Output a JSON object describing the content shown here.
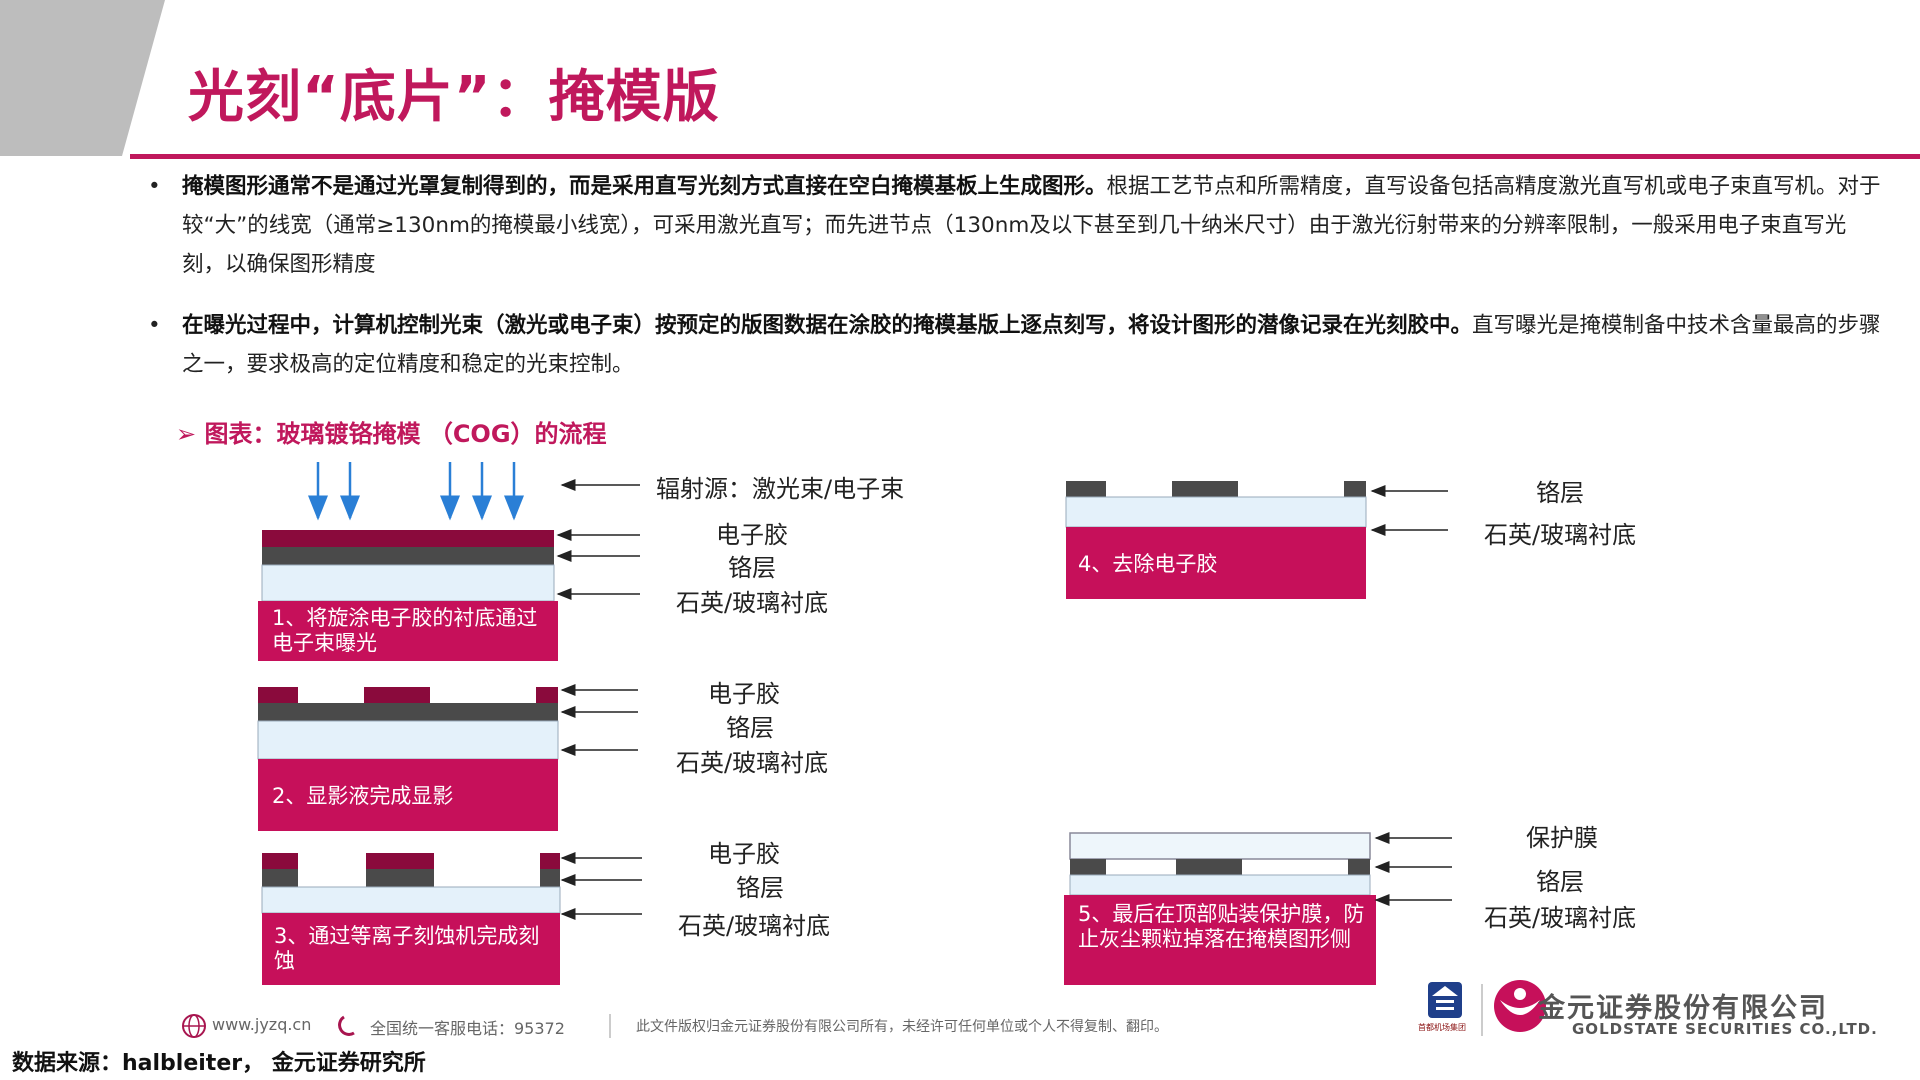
{
  "header": {
    "title": "光刻“底片”：掩模版"
  },
  "bullets": [
    {
      "marker": "•",
      "bold": "掩模图形通常不是通过光罩复制得到的，而是采用直写光刻方式直接在空白掩模基板上生成图形。",
      "normal": "根据工艺节点和所需精度，直写设备包括高精度激光直写机或电子束直写机。对于较“大”的线宽（通常≥130nm的掩模最小线宽），可采用激光直写；而先进节点（130nm及以下甚至到几十纳米尺寸）由于激光衍射带来的分辨率限制，一般采用电子束直写光刻，以确保图形精度"
    },
    {
      "marker": "•",
      "bold": "在曝光过程中，计算机控制光束（激光或电子束）按预定的版图数据在涂胶的掩模基版上逐点刻写，将设计图形的潜像记录在光刻胶中。",
      "normal": "直写曝光是掩模制备中技术含量最高的步骤之一，要求极高的定位精度和稳定的光束控制。"
    }
  ],
  "figure": {
    "caption": "➢ 图表：玻璃镀铬掩模 （COG）的流程",
    "labels": {
      "radiation": "辐射源：激光束/电子束",
      "photoresist": "电子胶",
      "chrome": "铬层",
      "substrate": "石英/玻璃衬底",
      "protective_film": "保护膜"
    },
    "steps": [
      {
        "text": "1、将旋涂电子胶的衬底通过电子束曝光"
      },
      {
        "text": "2、显影液完成显影"
      },
      {
        "text": "3、通过等离子刻蚀机完成刻蚀"
      },
      {
        "text": "4、去除电子胶"
      },
      {
        "text": "5、最后在顶部贴装保护膜，防止灰尘颗粒掉落在掩模图形侧"
      }
    ]
  },
  "footer": {
    "website": "www.jyzq.cn",
    "hotline": "全国统一客服电话：95372",
    "copyright": "此文件版权归金元证券股份有限公司所有，未经许可任何单位或个人不得复制、翻印。",
    "company_cn": "金元证券股份有限公司",
    "company_en": "GOLDSTATE SECURITIES CO.,LTD.",
    "airport_group": "首都机场集团",
    "source": "数据来源：halbleiter， 金元证券研究所"
  },
  "colors": {
    "accent": "#c0185c",
    "photoresist": "#8a0a3c",
    "chrome": "#4a4a4a",
    "substrate": "#e4f1fa",
    "arrow_blue": "#2a7fd6"
  }
}
